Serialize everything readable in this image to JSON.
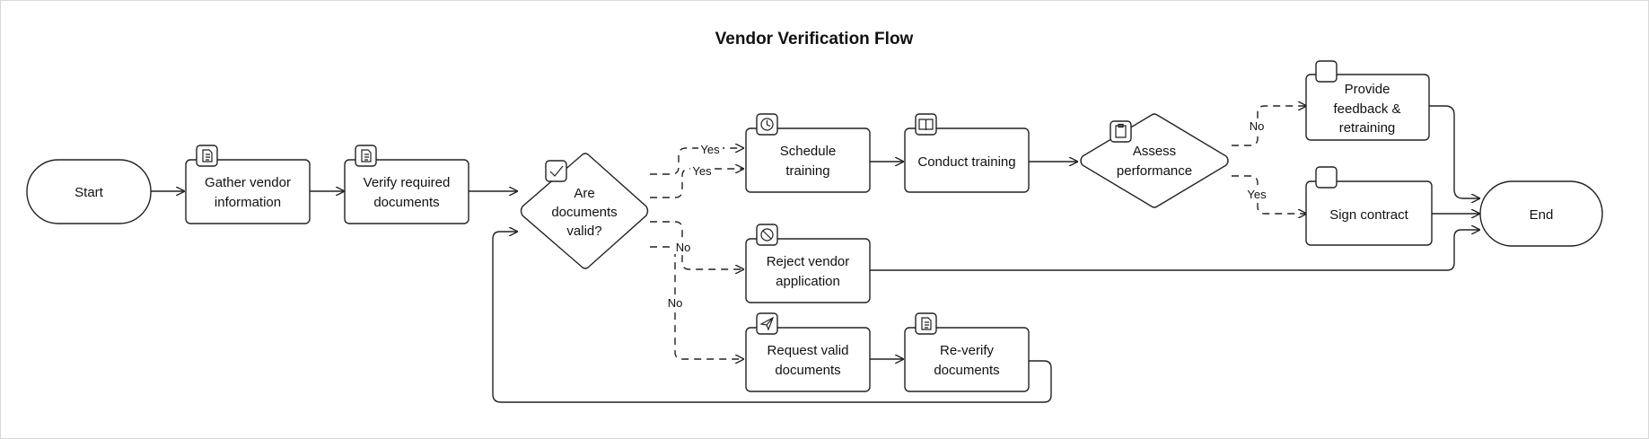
{
  "title": "Vendor Verification Flow",
  "nodes": {
    "start": "Start",
    "gather": [
      "Gather vendor",
      "information"
    ],
    "verify": [
      "Verify required",
      "documents"
    ],
    "valid": [
      "Are",
      "documents",
      "valid?"
    ],
    "schedule": [
      "Schedule",
      "training"
    ],
    "conduct": "Conduct training",
    "assess": [
      "Assess",
      "performance"
    ],
    "feedback": [
      "Provide",
      "feedback &",
      "retraining"
    ],
    "sign": "Sign contract",
    "end": "End",
    "reject": [
      "Reject vendor",
      "application"
    ],
    "request": [
      "Request valid",
      "documents"
    ],
    "reverify": [
      "Re-verify",
      "documents"
    ]
  },
  "edge_labels": {
    "yes_1": "Yes",
    "yes_2": "Yes",
    "no_1": "No",
    "no_2": "No",
    "assess_no": "No",
    "assess_yes": "Yes"
  },
  "icons": {
    "gather": "document-icon",
    "verify": "document-icon",
    "valid": "checkmark-icon",
    "schedule": "clock-icon",
    "conduct": "book-icon",
    "assess": "clipboard-icon",
    "feedback": "blank-icon",
    "sign": "blank-icon",
    "reject": "prohibited-icon",
    "request": "paper-plane-icon",
    "reverify": "document-icon"
  }
}
